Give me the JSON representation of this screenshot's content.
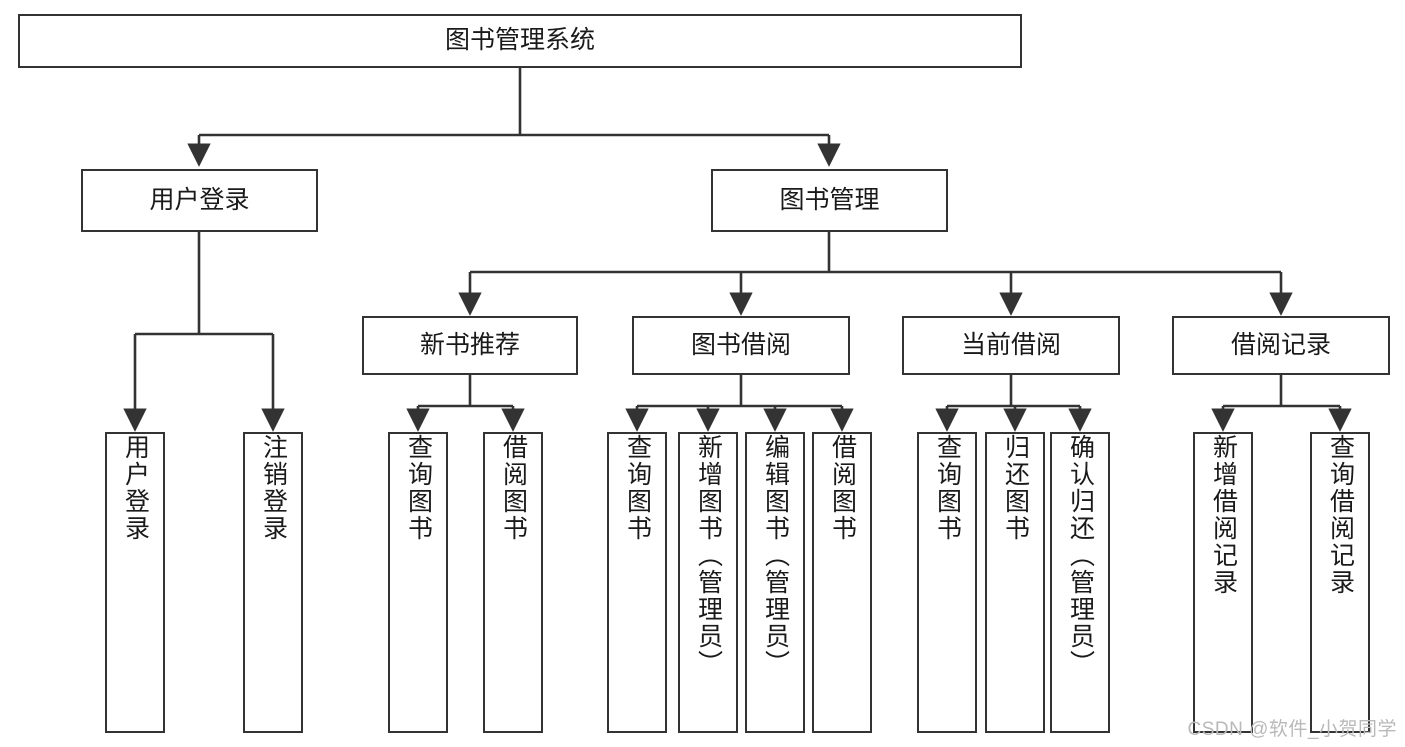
{
  "diagram": {
    "type": "tree-hierarchy-chart",
    "title": "图书管理系统",
    "watermark": "CSDN @软件_小贺同学",
    "colors": {
      "box_border": "#333333",
      "box_fill": "#ffffff",
      "connector": "#333333",
      "text": "#1a1a1a",
      "watermark": "#b9b9b9"
    },
    "root": {
      "label": "图书管理系统"
    },
    "level1": [
      {
        "label": "用户登录"
      },
      {
        "label": "图书管理"
      }
    ],
    "level2": [
      {
        "label": "新书推荐"
      },
      {
        "label": "图书借阅"
      },
      {
        "label": "当前借阅"
      },
      {
        "label": "借阅记录"
      }
    ],
    "leaves": {
      "user_login": [
        {
          "label": "用户登录"
        },
        {
          "label": "注销登录"
        }
      ],
      "new_book_recommend": [
        {
          "label": "查询图书"
        },
        {
          "label": "借阅图书"
        }
      ],
      "book_borrow": [
        {
          "label": "查询图书"
        },
        {
          "label": "新增图书（管理员）"
        },
        {
          "label": "编辑图书（管理员）"
        },
        {
          "label": "借阅图书"
        }
      ],
      "current_borrow": [
        {
          "label": "查询图书"
        },
        {
          "label": "归还图书"
        },
        {
          "label": "确认归还（管理员）"
        }
      ],
      "borrow_record": [
        {
          "label": "新增借阅记录"
        },
        {
          "label": "查询借阅记录"
        }
      ]
    }
  }
}
